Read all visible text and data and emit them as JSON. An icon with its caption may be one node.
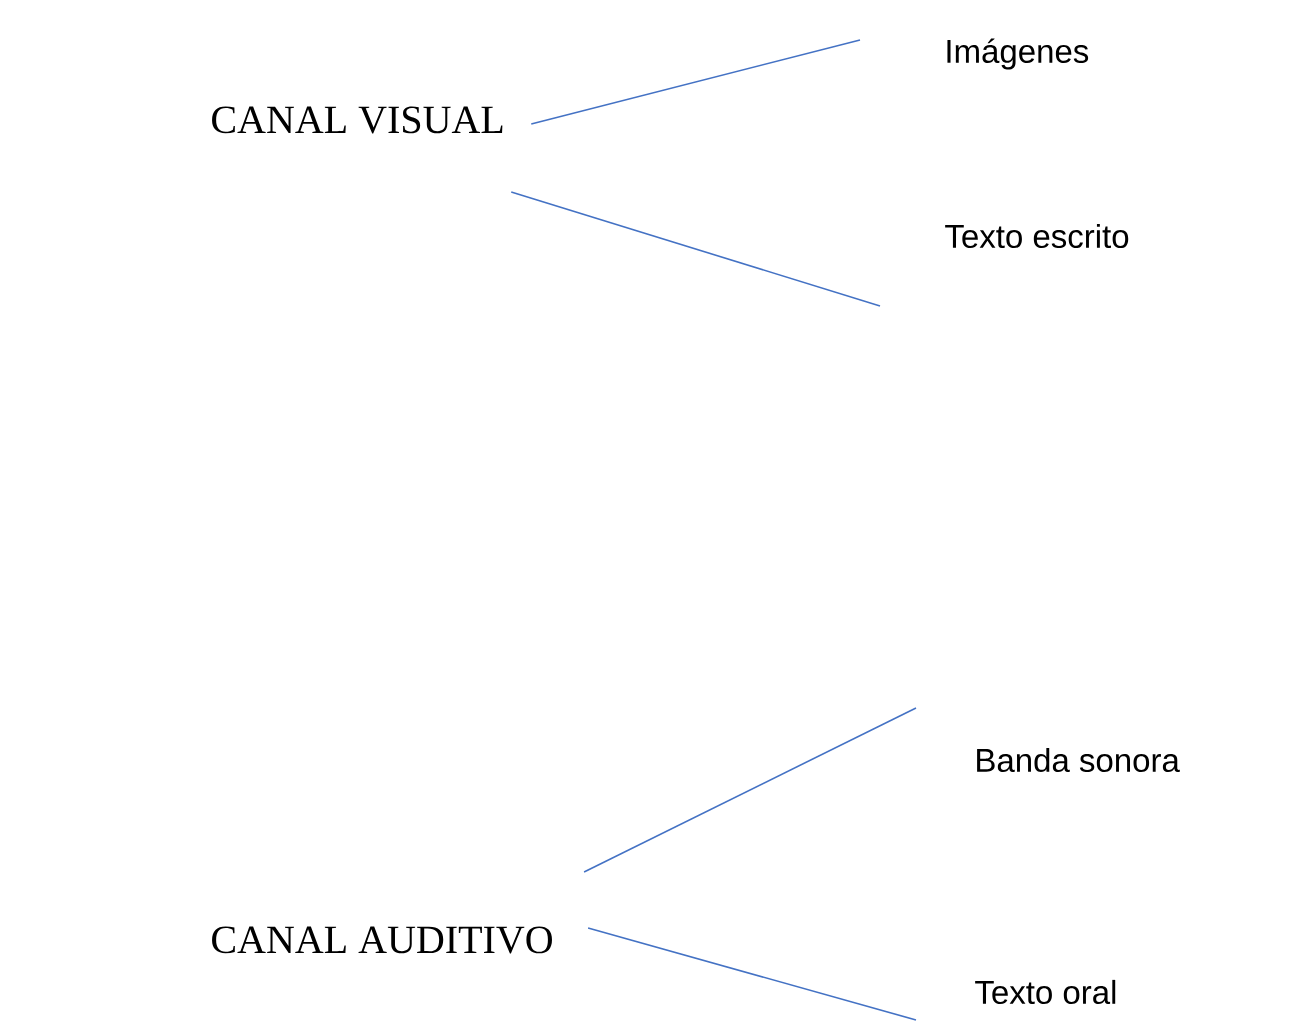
{
  "diagram": {
    "nodes": [
      {
        "text": [
          "CANAL VISUAL"
        ]
      },
      {
        "text": [
          "Imágenes"
        ]
      },
      {
        "text": [
          "Texto escrito"
        ]
      },
      {
        "text": [
          "CANAL AUDITIVO"
        ]
      },
      {
        "text": [
          "Banda sonora"
        ]
      },
      {
        "text": [
          "Texto oral"
        ]
      }
    ],
    "edges": [
      {
        "from": 0,
        "to": 1,
        "arrow": "none"
      },
      {
        "from": 0,
        "to": 2,
        "arrow": "none"
      },
      {
        "from": 3,
        "to": 4,
        "arrow": "none"
      },
      {
        "from": 3,
        "to": 5,
        "arrow": "none"
      }
    ]
  }
}
